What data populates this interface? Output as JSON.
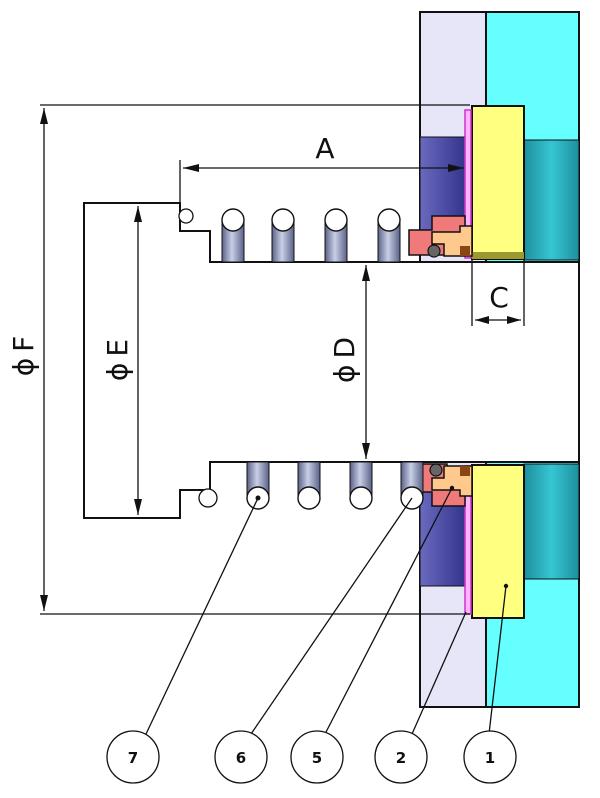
{
  "dimensions": {
    "A": "A",
    "C": "C",
    "D": "D",
    "E": "E",
    "F": "F",
    "diameter_symbol": "ϕ"
  },
  "balloons": [
    {
      "label": "7"
    },
    {
      "label": "6"
    },
    {
      "label": "5"
    },
    {
      "label": "2"
    },
    {
      "label": "1"
    }
  ],
  "colors": {
    "housing_light": "#e6e6f8",
    "cyan_plate": "#66ffff",
    "cyan_dark": "#2aa7b3",
    "blue_gland": "#4a4aa6",
    "yellow_face": "#ffff80",
    "pink_ring": "#f07a7a",
    "peach_ring": "#ffc88c",
    "brown_pin": "#8b4513",
    "magenta_gasket": "#cc33cc",
    "spring": "#8a93b8"
  }
}
